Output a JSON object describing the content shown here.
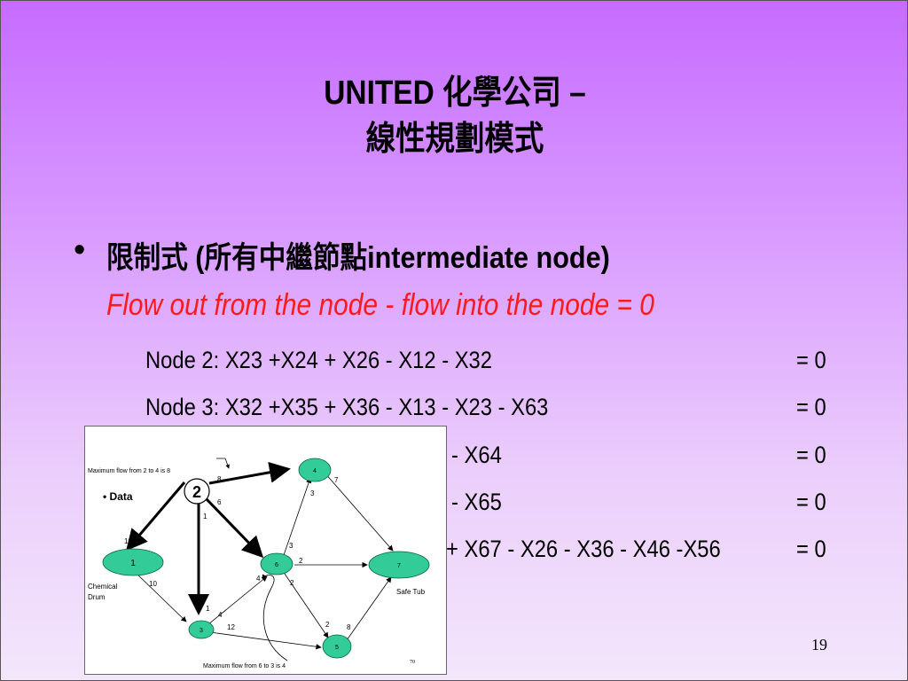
{
  "slide": {
    "title_line1": "UNITED 化學公司 –",
    "title_line2": "線性規劃模式",
    "bullet_symbol": "•",
    "bullet_text": "限制式 (所有中繼節點intermediate node)",
    "subtitle_red": "Flow out from the node  - flow into the node = 0",
    "equations": [
      {
        "lhs": "Node 2: X23 +X24 + X26 - X12 - X32",
        "rhs": "= 0"
      },
      {
        "lhs": "Node 3: X32 +X35 + X36 - X13 - X23 - X63",
        "rhs": "= 0"
      },
      {
        "lhs": "- X64",
        "rhs": "= 0"
      },
      {
        "lhs": "- X65",
        "rhs": "= 0"
      },
      {
        "lhs": "+ X67 - X26 - X36 - X46 -X56",
        "rhs": "= 0"
      }
    ],
    "page_number": "19"
  },
  "diagram": {
    "annotation_top": "Maximum flow from 2 to 4 is 8",
    "annotation_bottom": "Maximum flow from 6 to 3 is 4",
    "bullet_data": "• Data",
    "source_label_line1": "Chemical",
    "source_label_line2": "Drum",
    "sink_label": "Safe Tub",
    "corner_number": "70",
    "nodes": {
      "n1": "1",
      "n2": "2",
      "n3": "3",
      "n4": "4",
      "n5": "5",
      "n6": "6",
      "n7": "7"
    },
    "edge_labels": {
      "e24": "8",
      "e26": "6",
      "e23": "1",
      "e12": "10",
      "e13": "10",
      "e47": "7",
      "e46": "3",
      "e64": "3",
      "e67": "2",
      "e63": "4",
      "e65": "2",
      "e36": "4",
      "e31": "1",
      "e35": "12",
      "e56": "2",
      "e57": "8"
    },
    "colors": {
      "node_fill": "#33cc99",
      "node_stroke": "#006633"
    }
  }
}
